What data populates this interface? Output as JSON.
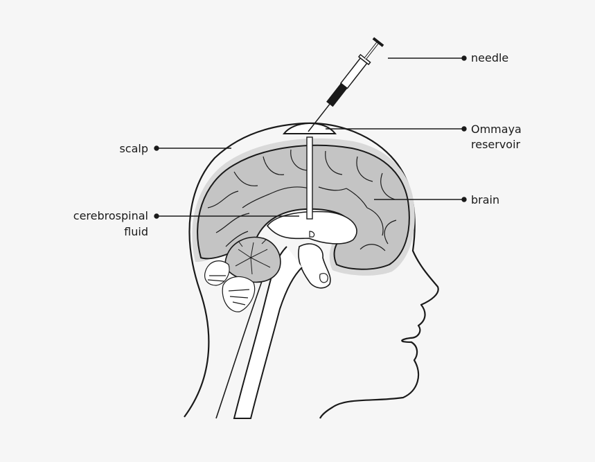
{
  "labels": {
    "needle": "needle",
    "ommaya_line1": "Ommaya",
    "ommaya_line2": "reservoir",
    "scalp": "scalp",
    "brain": "brain",
    "csf_line1": "cerebrospinal",
    "csf_line2": "fluid"
  },
  "colors": {
    "background": "#f6f6f6",
    "outline": "#1a1a1a",
    "brain_fill": "#c4c4c4",
    "brain_halo": "#d9d9d9",
    "ventricle_fill": "#ffffff"
  }
}
